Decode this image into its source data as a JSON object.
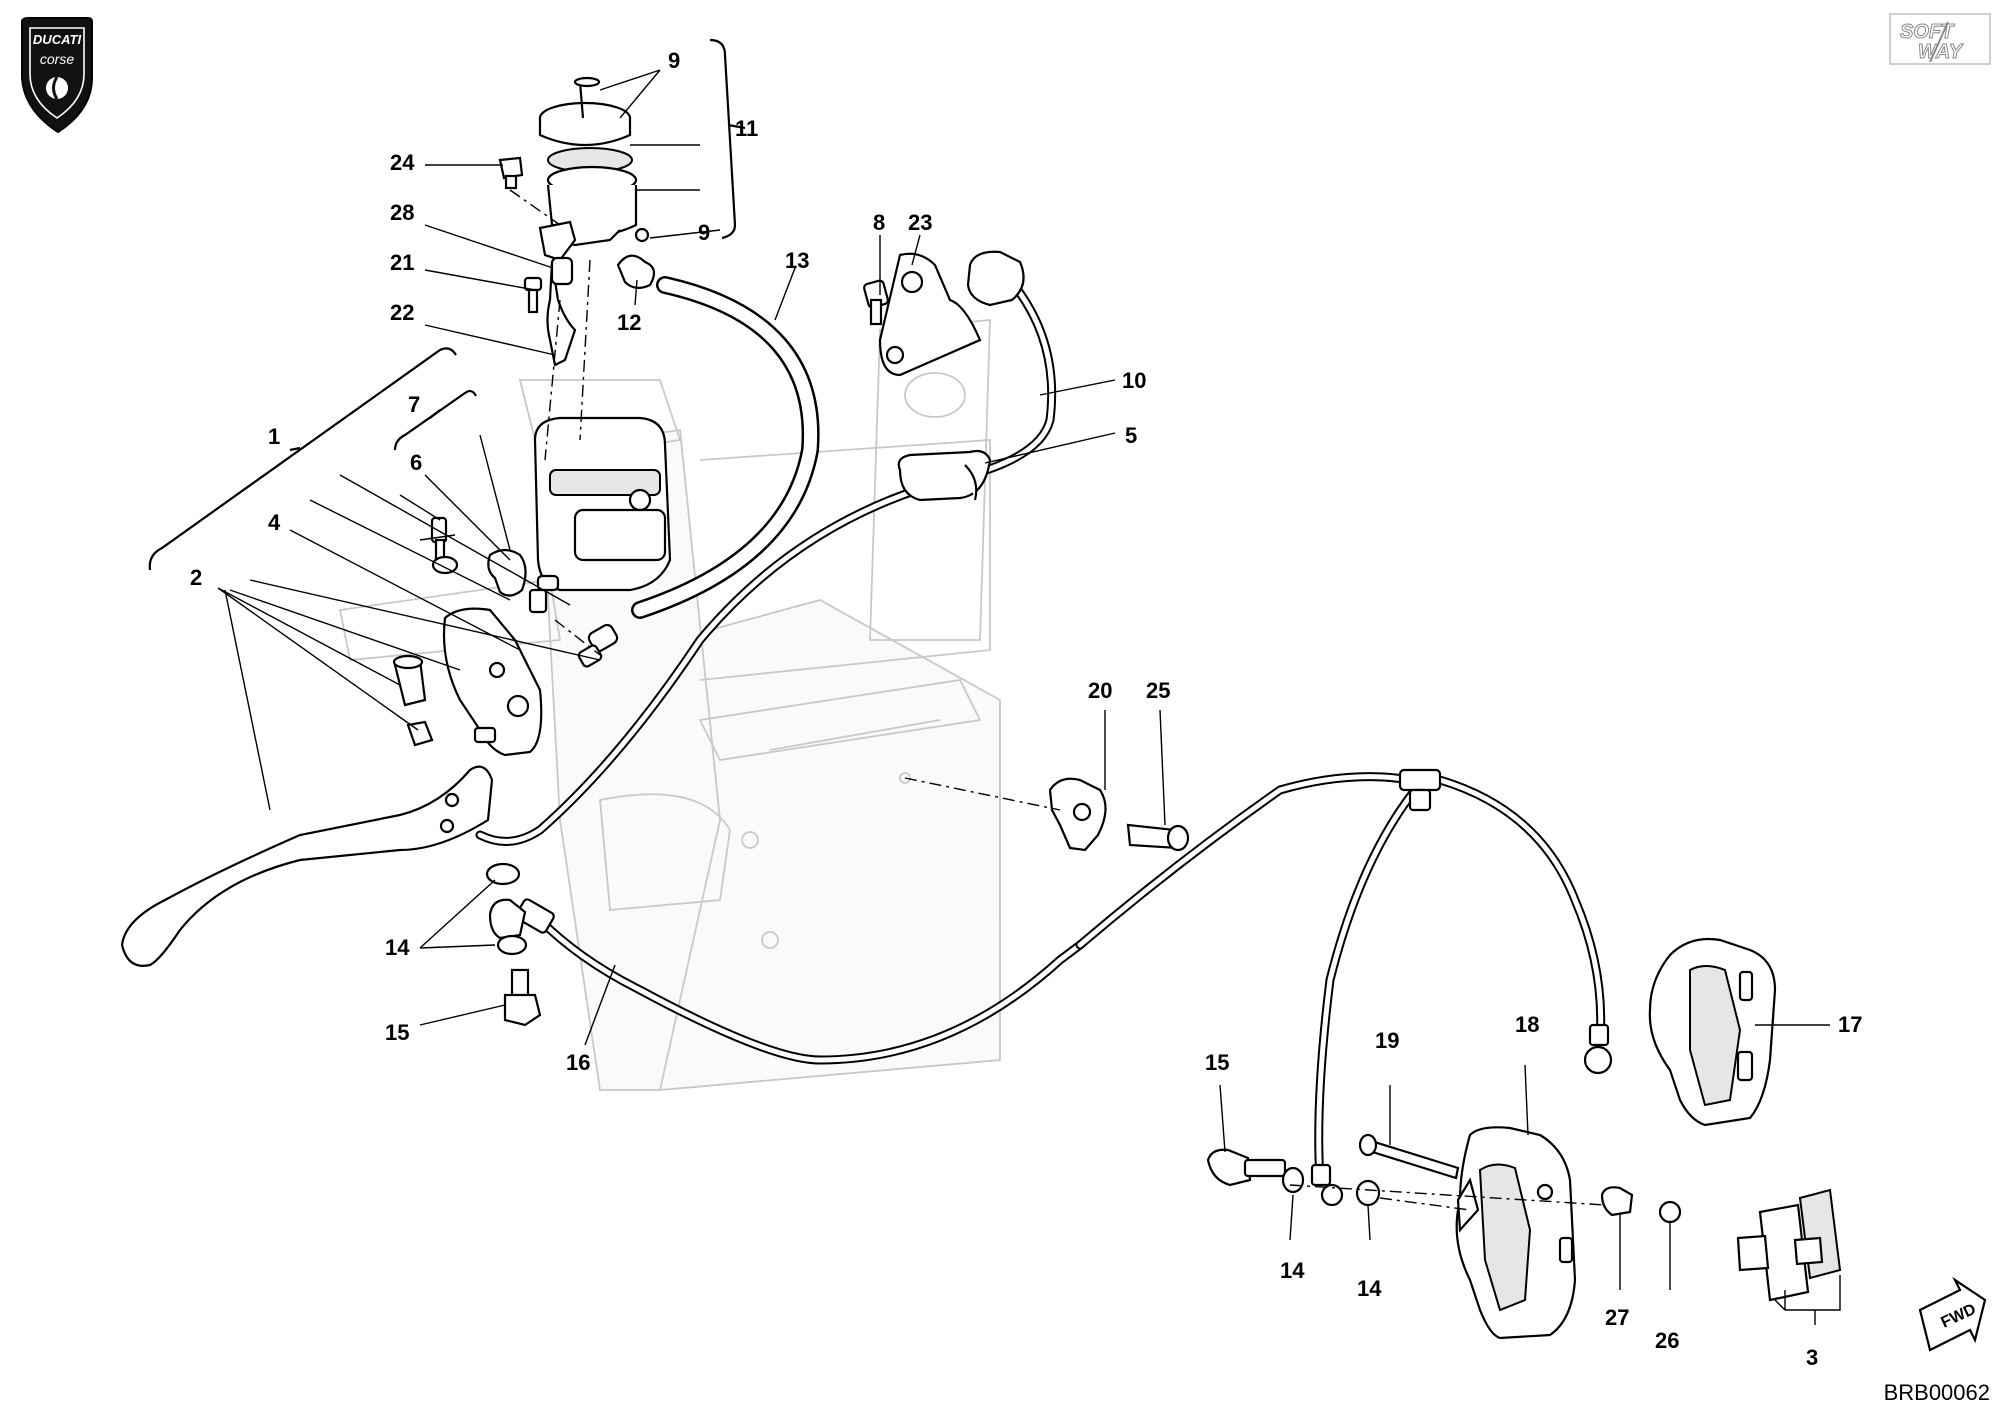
{
  "diagram": {
    "code": "BRB00062",
    "callouts": {
      "c1": "1",
      "c2": "2",
      "c3": "3",
      "c4": "4",
      "c5": "5",
      "c6": "6",
      "c7": "7",
      "c8": "8",
      "c9a": "9",
      "c9b": "9",
      "c10": "10",
      "c11": "11",
      "c12": "12",
      "c13": "13",
      "c14a": "14",
      "c14b": "14",
      "c14c": "14",
      "c15a": "15",
      "c15b": "15",
      "c16": "16",
      "c17": "17",
      "c18": "18",
      "c19": "19",
      "c20": "20",
      "c21": "21",
      "c22": "22",
      "c23": "23",
      "c24": "24",
      "c25": "25",
      "c26": "26",
      "c27": "27",
      "c28": "28"
    }
  },
  "logos": {
    "ducati_top": "DUCATI",
    "ducati_bottom": "corse",
    "softway_top": "SOFT",
    "softway_bottom": "WAY",
    "fwd": "FWD"
  }
}
